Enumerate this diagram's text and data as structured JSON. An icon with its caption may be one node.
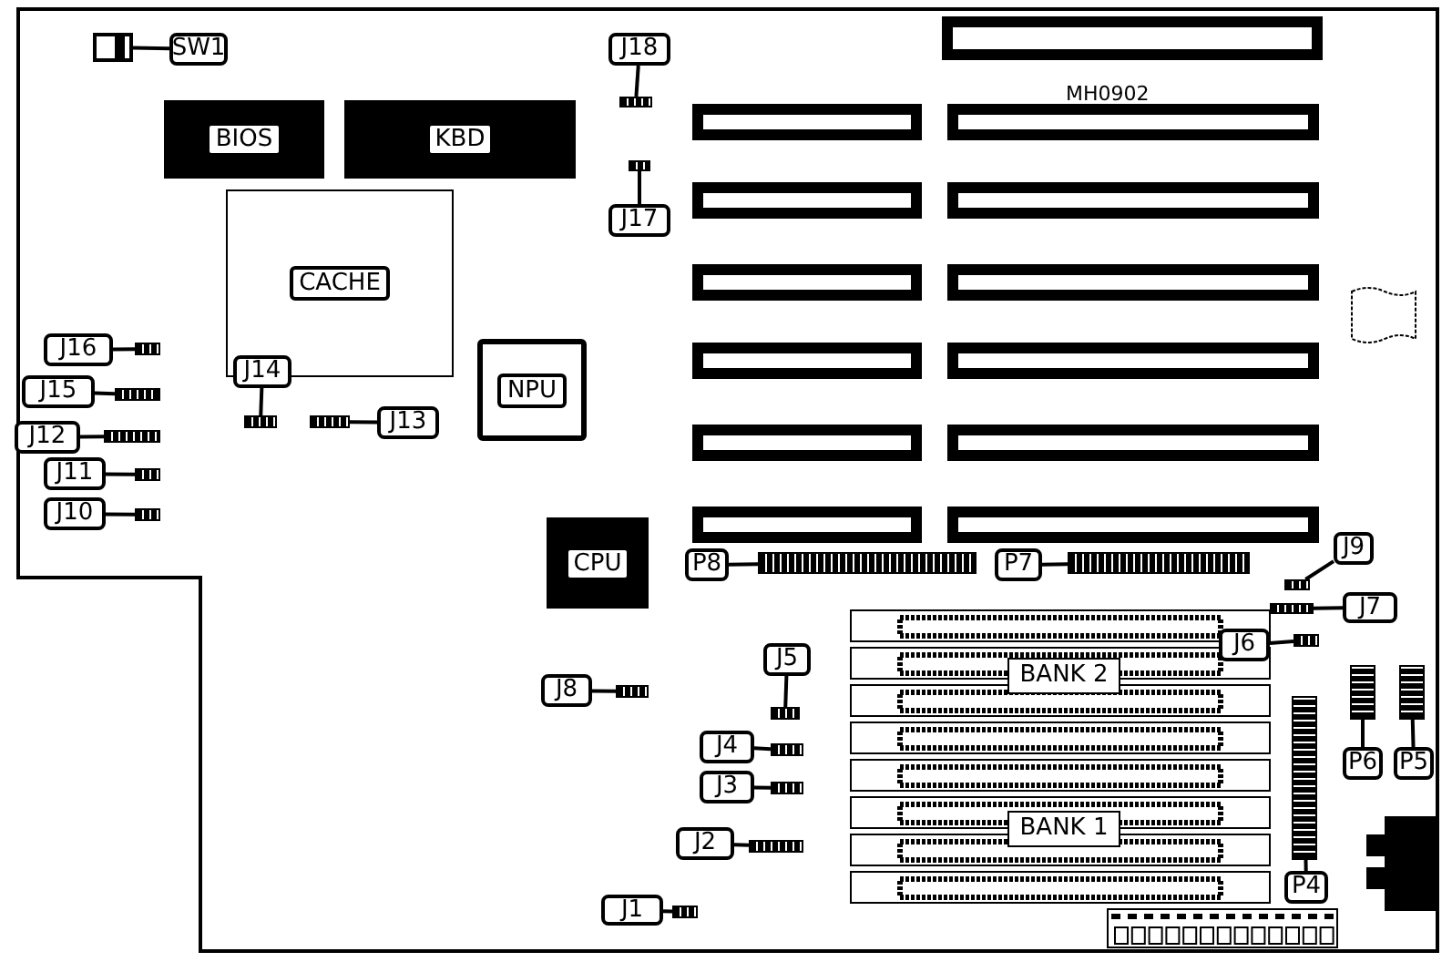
{
  "diagram": {
    "nodes": [
      {
        "text": [
          "SW1"
        ]
      },
      {
        "text": [
          "J18"
        ]
      },
      {
        "text": [
          "BIOS"
        ]
      },
      {
        "text": [
          "KBD"
        ]
      },
      {
        "text": [
          "J17"
        ]
      },
      {
        "text": [
          "CACHE"
        ]
      },
      {
        "text": [
          "J16"
        ]
      },
      {
        "text": [
          "J15"
        ]
      },
      {
        "text": [
          "J14"
        ]
      },
      {
        "text": [
          "J13"
        ]
      },
      {
        "text": [
          "NPU"
        ]
      },
      {
        "text": [
          "J12"
        ]
      },
      {
        "text": [
          "J11"
        ]
      },
      {
        "text": [
          "J10"
        ]
      },
      {
        "text": [
          "CPU"
        ]
      },
      {
        "text": [
          "P8"
        ]
      },
      {
        "text": [
          "P7"
        ]
      },
      {
        "text": [
          "J9"
        ]
      },
      {
        "text": [
          "J7"
        ]
      },
      {
        "text": [
          "J6"
        ]
      },
      {
        "text": [
          "J5"
        ]
      },
      {
        "text": [
          "BANK 2"
        ]
      },
      {
        "text": [
          "J8"
        ]
      },
      {
        "text": [
          "J4"
        ]
      },
      {
        "text": [
          "J3"
        ]
      },
      {
        "text": [
          "J2"
        ]
      },
      {
        "text": [
          "BANK 1"
        ]
      },
      {
        "text": [
          "J1"
        ]
      },
      {
        "text": [
          "P6"
        ]
      },
      {
        "text": [
          "P5"
        ]
      },
      {
        "text": [
          "P4"
        ]
      },
      {
        "text": [],
        "shape": "box"
      },
      {
        "text": [],
        "shape": "bar"
      },
      {
        "text": [],
        "shape": "bar"
      },
      {
        "text": [],
        "shape": "bar"
      },
      {
        "text": [],
        "shape": "bar"
      },
      {
        "text": [],
        "shape": "bar"
      },
      {
        "text": [],
        "shape": "bar"
      },
      {
        "text": [],
        "shape": "bar"
      },
      {
        "text": [],
        "shape": "bar"
      },
      {
        "text": [],
        "shape": "bar"
      },
      {
        "text": [],
        "shape": "bar"
      },
      {
        "text": [],
        "shape": "bar"
      },
      {
        "text": [],
        "shape": "bar"
      },
      {
        "text": [],
        "shape": "bar"
      },
      {
        "text": [],
        "shape": "bar"
      },
      {
        "text": [],
        "shape": "bar"
      },
      {
        "text": [],
        "shape": "bar"
      },
      {
        "text": [],
        "shape": "bar"
      },
      {
        "text": [],
        "shape": "bar"
      },
      {
        "text": [],
        "shape": "bar"
      },
      {
        "text": [],
        "shape": "bar"
      },
      {
        "text": [],
        "shape": "bar"
      },
      {
        "text": [],
        "shape": "bar"
      },
      {
        "text": [],
        "shape": "bar"
      }
    ],
    "edges": [
      {
        "from": 0,
        "to": 31,
        "arrow": "none"
      },
      {
        "from": 1,
        "to": 32,
        "arrow": "none"
      },
      {
        "from": 4,
        "to": 33,
        "arrow": "none"
      },
      {
        "from": 6,
        "to": 34,
        "arrow": "none"
      },
      {
        "from": 7,
        "to": 35,
        "arrow": "none"
      },
      {
        "from": 8,
        "to": 36,
        "arrow": "none"
      },
      {
        "from": 9,
        "to": 37,
        "arrow": "none"
      },
      {
        "from": 11,
        "to": 38,
        "arrow": "none"
      },
      {
        "from": 12,
        "to": 39,
        "arrow": "none"
      },
      {
        "from": 13,
        "to": 40,
        "arrow": "none"
      },
      {
        "from": 15,
        "to": 41,
        "arrow": "none"
      },
      {
        "from": 16,
        "to": 42,
        "arrow": "none"
      },
      {
        "from": 17,
        "to": 43,
        "arrow": "none"
      },
      {
        "from": 18,
        "to": 44,
        "arrow": "none"
      },
      {
        "from": 19,
        "to": 45,
        "arrow": "none"
      },
      {
        "from": 20,
        "to": 46,
        "arrow": "none"
      },
      {
        "from": 22,
        "to": 47,
        "arrow": "none"
      },
      {
        "from": 23,
        "to": 48,
        "arrow": "none"
      },
      {
        "from": 24,
        "to": 49,
        "arrow": "none"
      },
      {
        "from": 25,
        "to": 50,
        "arrow": "none"
      },
      {
        "from": 27,
        "to": 51,
        "arrow": "none"
      },
      {
        "from": 28,
        "to": 52,
        "arrow": "none"
      },
      {
        "from": 29,
        "to": 53,
        "arrow": "none"
      },
      {
        "from": 30,
        "to": 54,
        "arrow": "none"
      }
    ],
    "labels": [
      "MH0902"
    ]
  }
}
